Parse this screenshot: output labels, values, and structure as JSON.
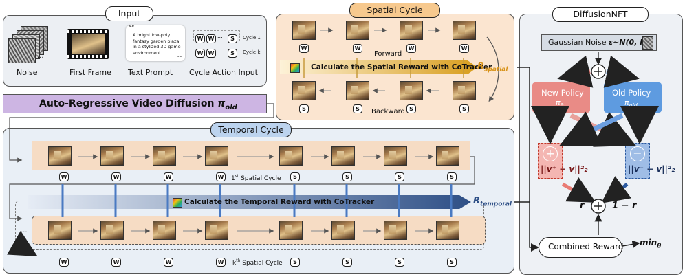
{
  "input": {
    "title": "Input",
    "noise_label": "Noise",
    "first_frame_label": "First Frame",
    "text_prompt_label": "Text Prompt",
    "cycle_action_label": "Cycle Action Input",
    "prompt_text": "A bright low-poly fantasy garden plaza in a stylized 3D game environment.....",
    "quote_open": "““",
    "quote_close": "””",
    "cycle1": "Cycle 1",
    "cyclek": "Cycle k",
    "dots": "..."
  },
  "ar_model": {
    "label": "Auto-Regressive Video Diffusion",
    "symbol": "π",
    "subscript": "old"
  },
  "spatial_cycle": {
    "title": "Spatial Cycle",
    "forward": "Forward",
    "backward": "Backward",
    "reward_text": "Calculate the Spatial Reward with CoTracker",
    "reward_symbol": "R",
    "reward_sub": "spatial"
  },
  "temporal_cycle": {
    "title": "Temporal Cycle",
    "first_spatial": "1",
    "first_sup": "st",
    "first_rest": " Spatial Cycle",
    "kth_spatial": "k",
    "kth_sup": "th",
    "kth_rest": " Spatial Cycle",
    "reward_text": "Calculate the Temporal Reward with CoTracker",
    "reward_symbol": "R",
    "reward_sub": "temporal",
    "dots": "..."
  },
  "diffusion_nft": {
    "title": "DiffusionNFT",
    "gaussian": "Gaussian Noise",
    "gaussian_formula": "ε~N(0, I)",
    "new_policy": "New Policy",
    "new_policy_sym": "π",
    "new_policy_sub": "θ",
    "old_policy": "Old Policy",
    "old_policy_sym": "π",
    "old_policy_sub": "old",
    "pos_loss": "||v⁺ − v||²₂",
    "neg_loss": "||v⁻ − v||²₂",
    "r_label": "r",
    "one_minus_r": "1 − r",
    "combined": "Combined Reward",
    "min_label": "min",
    "min_sub": "θ"
  },
  "badges": {
    "w": "W",
    "s": "S"
  },
  "colors": {
    "spatial_bg": "#fbe5d0",
    "temporal_bg": "#e9eff6",
    "nft_bg": "#eef1f5",
    "ar_bg": "#cdb5e3",
    "new_policy": "#e98b86",
    "old_policy": "#5e9be0",
    "spatial_reward": "#e0a52a",
    "temporal_reward": "#2e4f86"
  }
}
